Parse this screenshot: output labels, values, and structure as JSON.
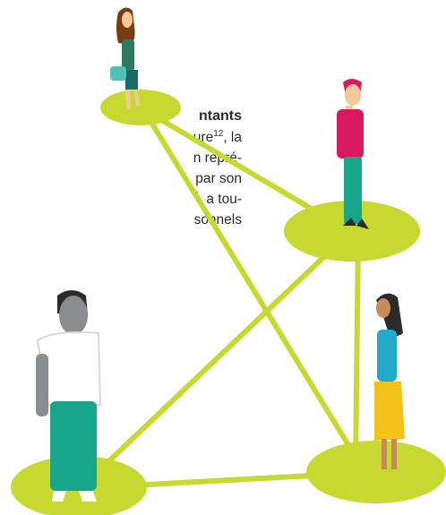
{
  "text_fragment": {
    "heading": "ntants",
    "lines": [
      {
        "text": "ure",
        "sup": "12",
        "after": ", la"
      },
      {
        "text": "n repré-"
      },
      {
        "text": "par  son"
      },
      {
        "text": "",
        "sup": "5",
        "after": ", a tou-"
      },
      {
        "text": "sonnels"
      }
    ]
  },
  "colors": {
    "platform": "#c7d930",
    "connector": "#c7d930",
    "teal": "#17a68a",
    "magenta": "#d9195e",
    "cyan": "#23a9c9",
    "yellow": "#f2c21b",
    "skin_light": "#f4c99a",
    "skin_tan": "#c98a5a",
    "skin_dark": "#8a8d8f"
  }
}
